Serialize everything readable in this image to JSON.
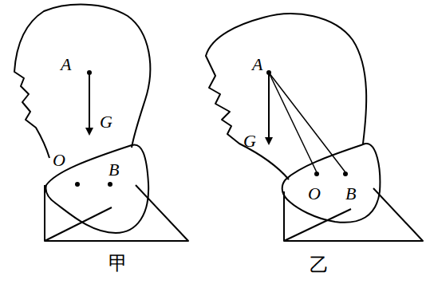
{
  "diagram": {
    "labels": [
      "A",
      "G",
      "O",
      "B",
      "甲",
      "A",
      "G",
      "O",
      "B",
      "乙"
    ]
  }
}
